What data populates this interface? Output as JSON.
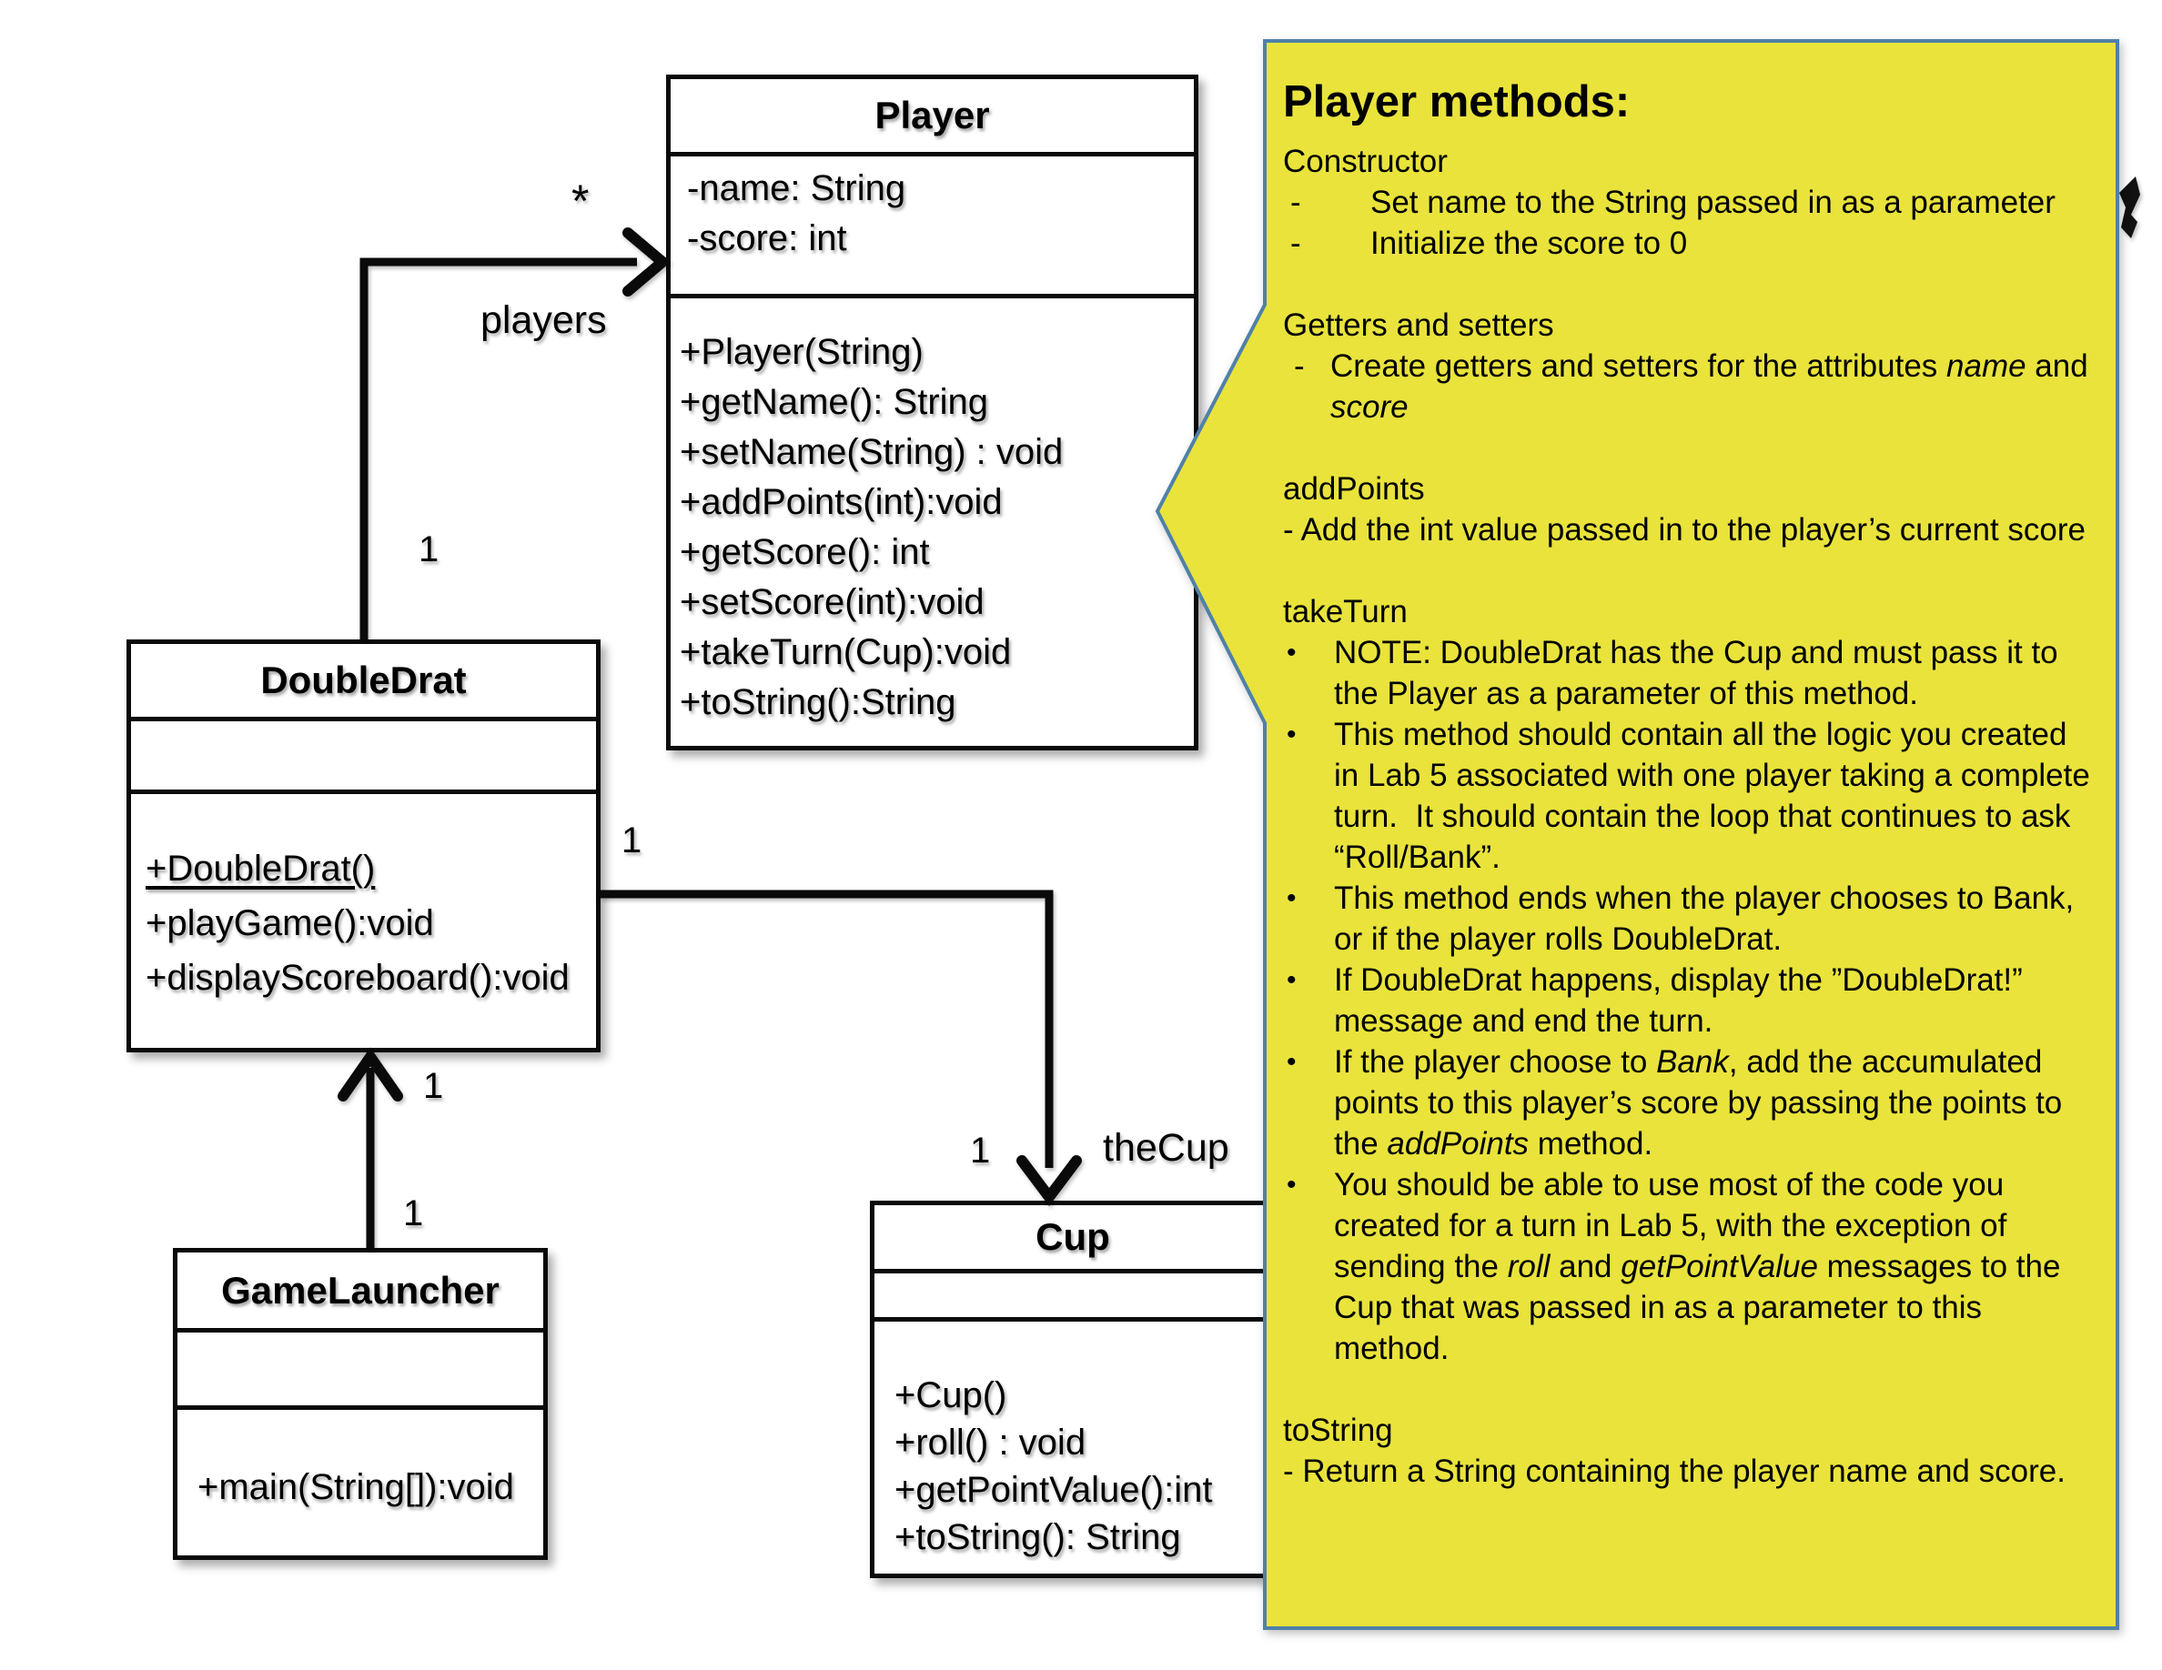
{
  "colors": {
    "callout_fill": "#E9E33C",
    "callout_border": "#4F81A8",
    "line_color": "#0a0a0a"
  },
  "diagram": {
    "classes": {
      "player": {
        "title": "Player",
        "attributes": [
          "-name: String",
          "-score: int"
        ],
        "methods": [
          "+Player(String)",
          "+getName(): String",
          "+setName(String) : void",
          "+addPoints(int):void",
          "+getScore(): int",
          "+setScore(int):void",
          "+takeTurn(Cup):void",
          "+toString():String"
        ]
      },
      "doubledrat": {
        "title": "DoubleDrat",
        "attributes": [],
        "methods": [
          "_+DoubleDrat()_",
          "+playGame():void",
          "+displayScoreboard():void"
        ]
      },
      "gamelauncher": {
        "title": "GameLauncher",
        "attributes": [],
        "methods": [
          "+main(String[]):void"
        ]
      },
      "cup": {
        "title": "Cup",
        "attributes": [],
        "methods": [
          "+Cup()",
          "+roll() : void",
          "+getPointValue():int",
          "+toString(): String"
        ]
      }
    },
    "associations": {
      "players": {
        "role": "players",
        "multiplicity_many": "*",
        "multiplicity_one": "1"
      },
      "launcher": {
        "multiplicity_top": "1",
        "multiplicity_bottom": "1"
      },
      "thecup": {
        "role": "theCup",
        "multiplicity_source": "1",
        "multiplicity_target": "1"
      }
    }
  },
  "callout": {
    "title": "Player methods:",
    "sections": [
      {
        "heading": "Constructor",
        "style": "dash-wide",
        "items": [
          "Set name to the String passed in as a parameter",
          "Initialize the score to 0"
        ]
      },
      {
        "heading": "Getters and setters",
        "style": "dash",
        "items": [
          "Create getters and setters for the attributes *name* and *score*"
        ]
      },
      {
        "heading": "addPoints",
        "style": "flush",
        "items": [
          "- Add the int value passed in to the player’s current score"
        ]
      },
      {
        "heading": "takeTurn",
        "style": "bullet",
        "items": [
          "NOTE: DoubleDrat has the Cup and must pass it to the Player as a parameter of this method.",
          "This method should contain all the logic you created in Lab 5 associated with one player taking a complete turn.  It should contain the loop that continues to ask “Roll/Bank”.",
          "This method ends when the player chooses to Bank, or if the player rolls DoubleDrat.",
          "If DoubleDrat happens, display the ”DoubleDrat!” message and end the turn.",
          "If the player choose to *Bank*, add the accumulated points to this player’s score by passing the points to the *addPoints* method.",
          "You should be able to use most of the code you created for a turn in Lab 5, with the exception of sending the *roll* and *getPointValue* messages to the Cup that was passed in as a parameter to this method."
        ]
      },
      {
        "heading": "toString",
        "style": "flush",
        "items": [
          "- Return a String containing the player name and score."
        ]
      }
    ]
  }
}
